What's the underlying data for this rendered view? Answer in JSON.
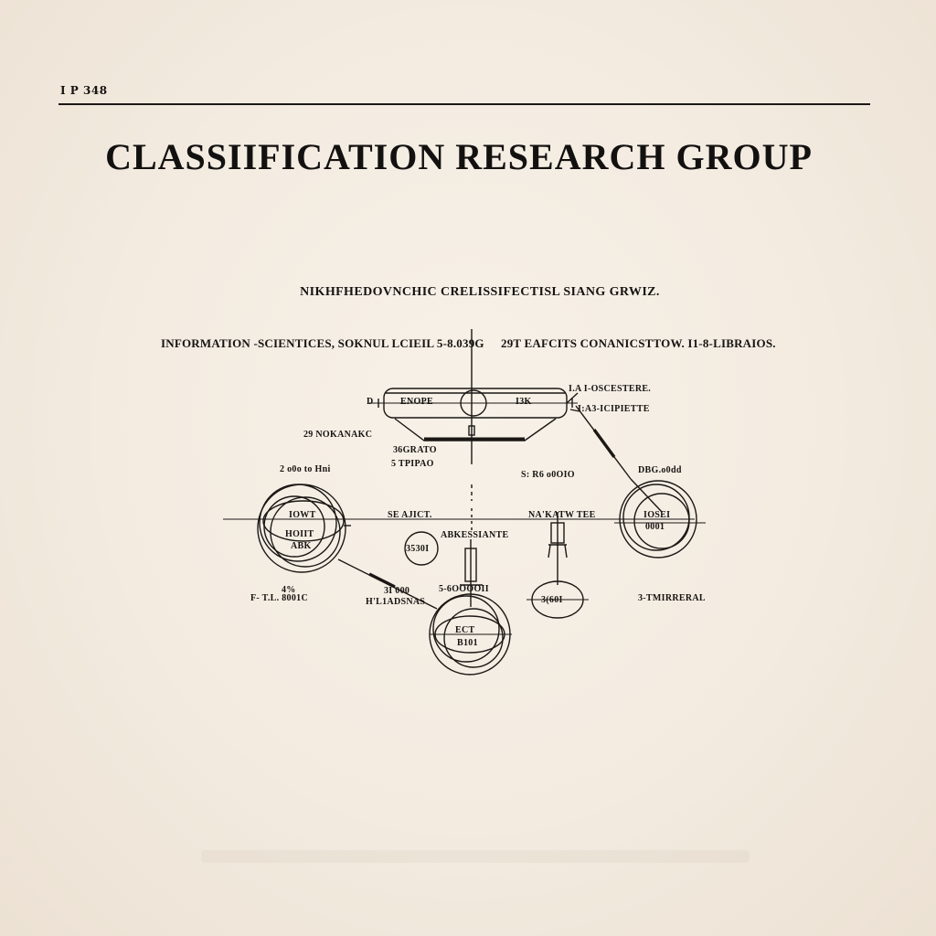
{
  "header": {
    "page_ref": "I P 348",
    "title": "CLASSIIFICATION  RESEARCH GROUP"
  },
  "intro": {
    "subtitle": "NIKHFHEDOVNCHIC CRELISSIFECTISL SIANG GRWIZ.",
    "fields_left": "INFORMATION -SCIENTICES, SOKNUL  LCIEIL 5-8.039G",
    "fields_right": "29T  EAFCITS CONANICSTTOW.  I1-8-LIBRAIOS."
  },
  "diagram": {
    "top_left_letter": "D",
    "bar_left_label": "ENOPE",
    "bar_right_label": "I3K",
    "top_right_label_1": "I.A I-OSCESTERE.",
    "top_right_label_2": "I:A3-ICIPIETTE",
    "left_upper_label": "29 NOKANAKC",
    "center_note_1": "36GRATO",
    "center_note_2": "5 TPIPAO",
    "left_circle_caption": "2 o0o to Hni",
    "left_circle_text_1": "IOWT",
    "left_circle_text_2": "HOIIT",
    "left_circle_text_3": "ABK",
    "mid_left_label": "SE AJICT.",
    "right_mid_note": "S: R6 o0OIO",
    "right_circle_caption": "DBG.o0dd",
    "right_circle_text_1": "IOSEI",
    "right_circle_text_2": "0001",
    "mid_right_label": "NA'KATW TEE",
    "small_circle_text": "3530I",
    "center_label": "ABKESSIANTE",
    "left_lower_label_1": "4%",
    "left_lower_label_2": "F-  T.L. 8001C",
    "lower_center_label_1": "3I 000",
    "lower_center_label_2": "H'L1ADSNAS",
    "lower_center_label_3": "5-6OOOOII",
    "bottom_circle_text_1": "ECT",
    "bottom_circle_text_2": "B101",
    "oval_text": "3(60I",
    "right_lower_label": "3-TMIRRERAL"
  }
}
